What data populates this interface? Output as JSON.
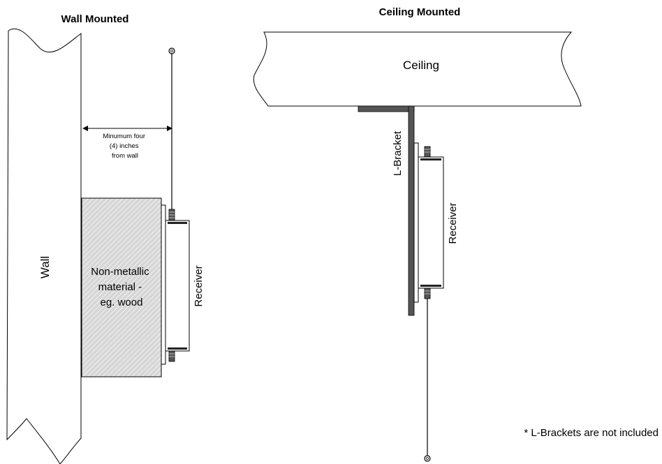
{
  "wall_section": {
    "title": "Wall Mounted",
    "wall_label": "Wall",
    "distance_label": [
      "Minumum four",
      "(4) inches",
      "from wall"
    ],
    "material_label": [
      "Non-metallic",
      "material -",
      "eg. wood"
    ],
    "receiver_label": "Receiver"
  },
  "ceiling_section": {
    "title": "Ceiling Mounted",
    "ceiling_label": "Ceiling",
    "bracket_label": "L-Bracket",
    "receiver_label": "Receiver"
  },
  "footnote": "* L-Brackets are not included"
}
